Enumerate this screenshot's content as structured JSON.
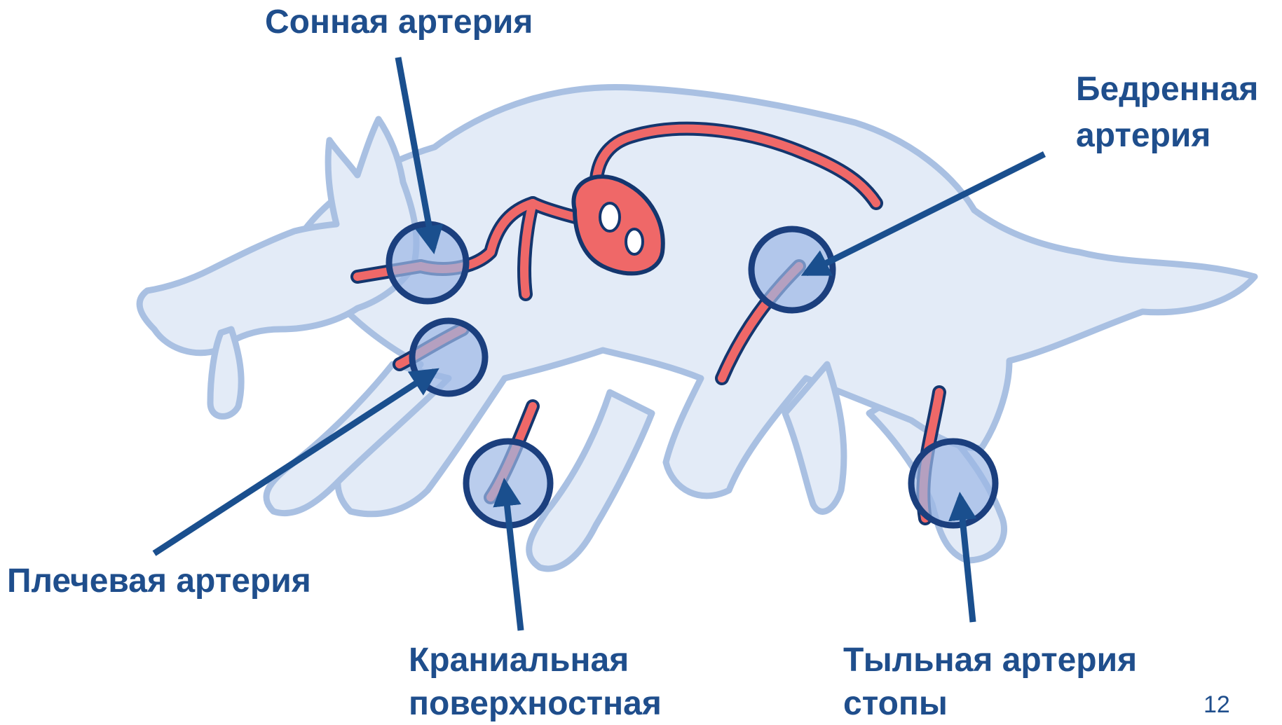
{
  "labels": {
    "carotid": "Сонная артерия",
    "femoral_line1": "Бедренная",
    "femoral_line2": "артерия",
    "brachial": "Плечевая артерия",
    "cranial_line1": "Краниальная",
    "cranial_line2": "поверхностная",
    "dorsal_line1": "Тыльная артерия",
    "dorsal_line2": "стопы"
  },
  "page_number": "12",
  "colors": {
    "body_fill": "#e3ebf7",
    "body_outline": "#a9c0e2",
    "artery": "#ef6868",
    "artery_outline": "#14366e",
    "pulse_circle_fill": "#9db8e6",
    "pulse_circle_stroke": "#1b3f7e",
    "arrow": "#1a4f8e",
    "text": "#1f4e8c"
  }
}
